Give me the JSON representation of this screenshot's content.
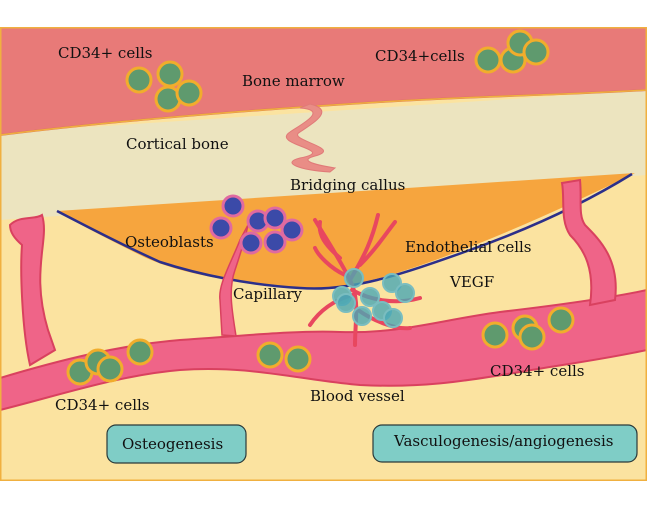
{
  "diagram": {
    "regions": {
      "bone_marrow": "Bone marrow",
      "cortical_bone": "Cortical bone",
      "bridging_callus": "Bridging callus"
    },
    "labels": {
      "cd34_top_left": "CD34+ cells",
      "cd34_top_right": "CD34+cells",
      "osteoblasts": "Osteoblasts",
      "endothelial_cells": "Endothelial cells",
      "capillary": "Capillary",
      "vegf": "VEGF",
      "cd34_bottom_right": "CD34+ cells",
      "cd34_bottom_left": "CD34+ cells",
      "blood_vessel": "Blood vessel"
    },
    "boxes": {
      "osteogenesis": "Osteogenesis",
      "vasculogenesis": "Vasculogenesis/angiogenesis"
    },
    "colors": {
      "bone_marrow": "#e87a78",
      "cortical_bone": "#ece4bf",
      "callus": "#f6a53e",
      "soft_tissue": "#fbe3a0",
      "vessel": "#ef6488",
      "vessel_edge": "#d9415f",
      "cd34_fill": "#5f9a6e",
      "cd34_ring": "#f1ad2c",
      "osteoblast_fill": "#3b4aa8",
      "osteoblast_ring": "#e06aa0",
      "vegf_fill": "#4aa6b4",
      "box_fill": "#7fcdc6",
      "callus_line": "#2c2f8a"
    }
  }
}
